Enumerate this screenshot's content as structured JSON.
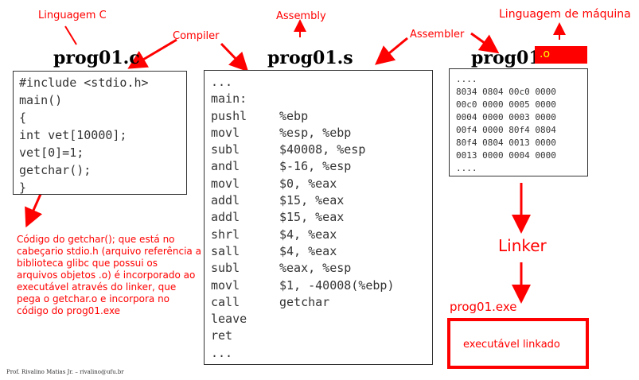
{
  "labels": {
    "linguagem_c": "Linguagem C",
    "compiler": "Compiler",
    "assembly": "Assembly",
    "assembler": "Assembler",
    "linguagem_maquina": "Linguagem de máquina",
    "linker": "Linker",
    "prog_exe": "prog01.exe",
    "executavel": "executável linkado"
  },
  "titles": {
    "c_file": "prog01.c",
    "s_file": "prog01.s",
    "o_base": "prog01",
    "o_ext": ".o"
  },
  "c_code": [
    "#include <stdio.h>",
    "main()",
    "{",
    "int vet[10000];",
    "vet[0]=1;",
    "getchar();",
    "}"
  ],
  "asm_code": [
    {
      "op": "...",
      "arg": ""
    },
    {
      "op": "main:",
      "arg": ""
    },
    {
      "op": "pushl",
      "arg": "%ebp"
    },
    {
      "op": "movl",
      "arg": "%esp, %ebp"
    },
    {
      "op": "subl",
      "arg": "$40008, %esp"
    },
    {
      "op": "andl",
      "arg": "$-16, %esp"
    },
    {
      "op": "movl",
      "arg": "$0, %eax"
    },
    {
      "op": "addl",
      "arg": "$15, %eax"
    },
    {
      "op": "addl",
      "arg": "$15, %eax"
    },
    {
      "op": "shrl",
      "arg": "$4, %eax"
    },
    {
      "op": "sall",
      "arg": "$4, %eax"
    },
    {
      "op": "subl",
      "arg": "%eax, %esp"
    },
    {
      "op": "movl",
      "arg": "$1, -40008(%ebp)"
    },
    {
      "op": "call",
      "arg": "getchar"
    },
    {
      "op": "leave",
      "arg": ""
    },
    {
      "op": "ret",
      "arg": ""
    },
    {
      "op": "...",
      "arg": ""
    }
  ],
  "machine_code": [
    "....",
    "8034 0804 00c0 0000",
    "00c0 0000 0005 0000",
    "0004 0000 0003 0000",
    "00f4 0000 80f4 0804",
    "80f4 0804 0013 0000",
    "0013 0000 0004 0000",
    "...."
  ],
  "note": "Código do getchar(); que está no cabeçario stdio.h (arquivo referência a biblioteca glibc que possui os arquivos objetos .o) é incorporado ao executável através do linker, que pega o getchar.o e incorpora no código do prog01.exe",
  "footer": "Prof. Rivalino Matias Jr. – rivalino@ufu.br",
  "colors": {
    "accent": "#ff0000",
    "ext_highlight": "#ff0000",
    "ext_text": "#ffff00"
  }
}
